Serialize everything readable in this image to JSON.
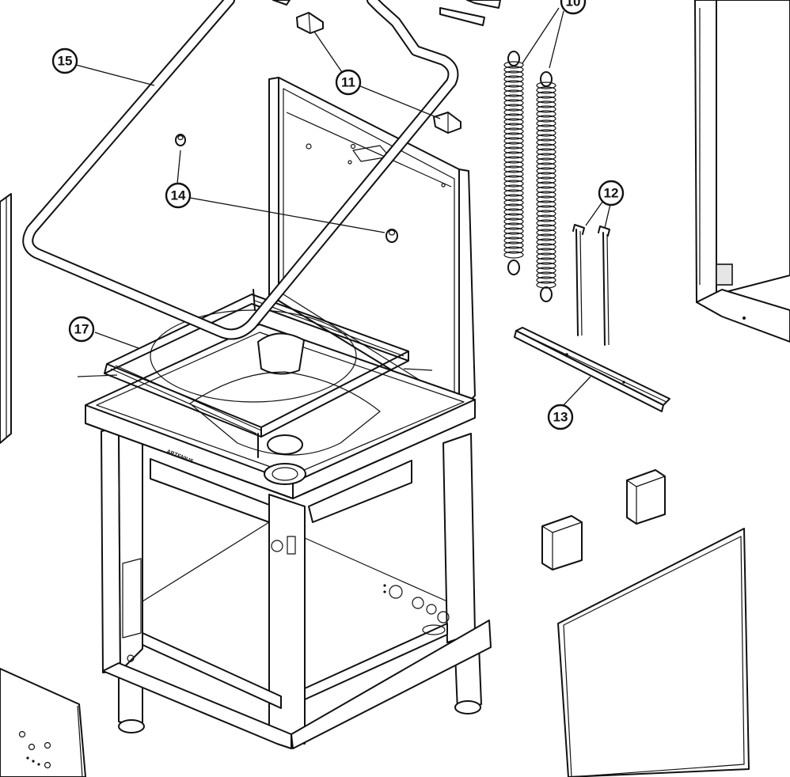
{
  "callouts": [
    {
      "id": "10",
      "label": "10"
    },
    {
      "id": "11",
      "label": "11"
    },
    {
      "id": "12",
      "label": "12"
    },
    {
      "id": "13",
      "label": "13"
    },
    {
      "id": "14",
      "label": "14"
    },
    {
      "id": "15",
      "label": "15"
    },
    {
      "id": "17",
      "label": "17"
    }
  ],
  "machine_brand_label": "ARTENIUS"
}
